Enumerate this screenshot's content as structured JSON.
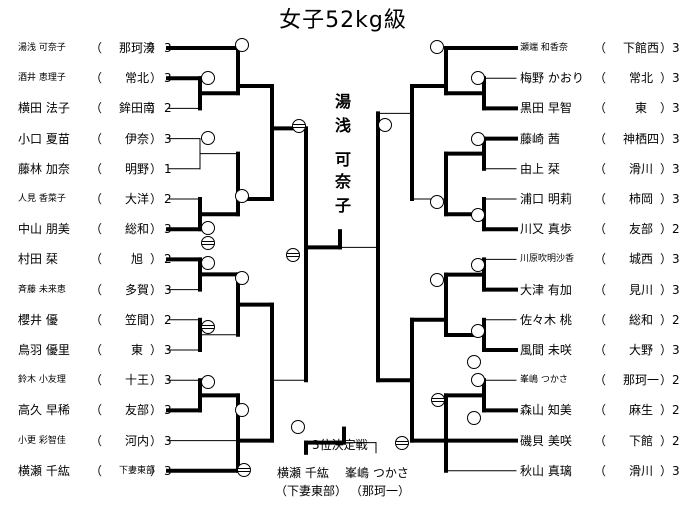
{
  "title": "女子52kg級",
  "champion": [
    "湯",
    "浅",
    "可",
    "奈",
    "子"
  ],
  "left_entries": [
    {
      "name": "湯浅 可奈子",
      "school": "那珂湊",
      "seed": "3",
      "small": true
    },
    {
      "name": "酒井 恵理子",
      "school": "常北",
      "seed": "3",
      "small": true
    },
    {
      "name": "横田 法子",
      "school": "鉾田南",
      "seed": "2",
      "small": false
    },
    {
      "name": "小口 夏苗",
      "school": "伊奈",
      "seed": "3",
      "small": false
    },
    {
      "name": "藤林 加奈",
      "school": "明野",
      "seed": "1",
      "small": false
    },
    {
      "name": "人見 香菜子",
      "school": "大洋",
      "seed": "2",
      "small": true
    },
    {
      "name": "中山 朋美",
      "school": "総和",
      "seed": "3",
      "small": false
    },
    {
      "name": "村田 栞",
      "school": "旭",
      "seed": "2",
      "small": false
    },
    {
      "name": "斉藤 未来恵",
      "school": "多賀",
      "seed": "3",
      "small": true
    },
    {
      "name": "櫻井 優",
      "school": "笠間",
      "seed": "2",
      "small": false
    },
    {
      "name": "鳥羽 優里",
      "school": "東",
      "seed": "3",
      "small": false
    },
    {
      "name": "鈴木 小友理",
      "school": "十王",
      "seed": "3",
      "small": true
    },
    {
      "name": "高久 早稀",
      "school": "友部",
      "seed": "3",
      "small": false
    },
    {
      "name": "小更 彩智佳",
      "school": "河内",
      "seed": "3",
      "small": true
    },
    {
      "name": "横瀬 千紘",
      "school": "下妻東部",
      "seed": "3",
      "small": false
    }
  ],
  "right_entries": [
    {
      "name": "瀬端 和香奈",
      "school": "下館西",
      "seed": "3",
      "small": true
    },
    {
      "name": "梅野 かおり",
      "school": "常北",
      "seed": "3",
      "small": false
    },
    {
      "name": "黒田 早智",
      "school": "東",
      "seed": "3",
      "small": false
    },
    {
      "name": "藤崎 茜",
      "school": "神栖四",
      "seed": "3",
      "small": false
    },
    {
      "name": "由上 栞",
      "school": "滑川",
      "seed": "3",
      "small": false
    },
    {
      "name": "浦口 明莉",
      "school": "柿岡",
      "seed": "3",
      "small": false
    },
    {
      "name": "川又 真歩",
      "school": "友部",
      "seed": "2",
      "small": false
    },
    {
      "name": "川原吹明沙香",
      "school": "城西",
      "seed": "3",
      "small": true
    },
    {
      "name": "大津 有加",
      "school": "見川",
      "seed": "3",
      "small": false
    },
    {
      "name": "佐々木 桃",
      "school": "総和",
      "seed": "2",
      "small": false
    },
    {
      "name": "風間 未咲",
      "school": "大野",
      "seed": "3",
      "small": false
    },
    {
      "name": "峯嶋 つかさ",
      "school": "那珂一",
      "seed": "2",
      "small": true
    },
    {
      "name": "森山 知美",
      "school": "麻生",
      "seed": "2",
      "small": false
    },
    {
      "name": "磯貝 美咲",
      "school": "下館",
      "seed": "2",
      "small": false
    },
    {
      "name": "秋山 真璃",
      "school": "滑川",
      "seed": "3",
      "small": false
    }
  ],
  "third_place": {
    "label": "3位決定戦",
    "left_name": "横瀬 千紘",
    "left_school": "（下妻東部）",
    "right_name": "峯嶋 つかさ",
    "right_school": "（那珂一）"
  }
}
